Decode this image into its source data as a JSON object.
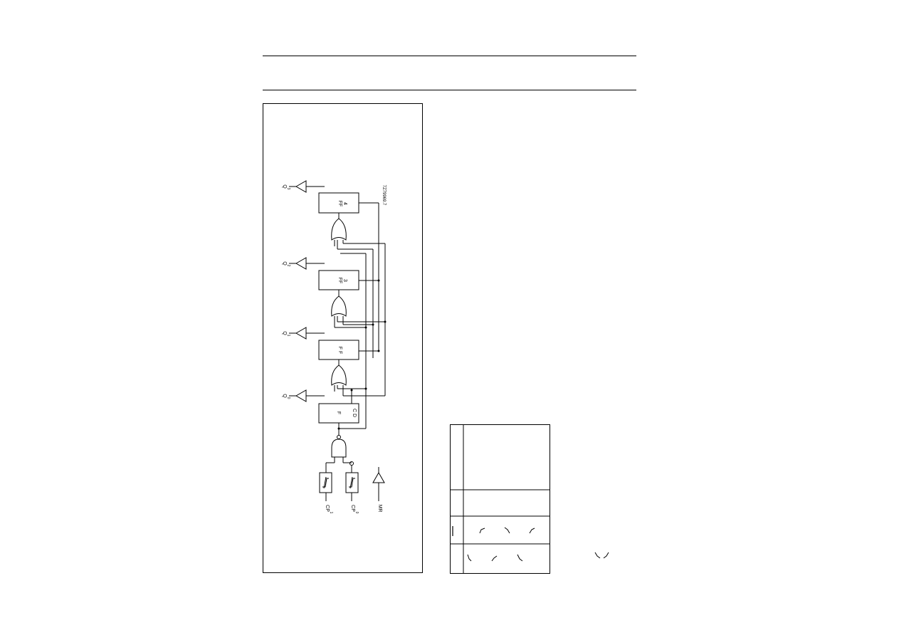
{
  "diagram": {
    "ref_code": "7Z79969.7",
    "ff_labels": [
      {
        "text": "FF",
        "num": "4"
      },
      {
        "text": "FF",
        "num": "3"
      },
      {
        "text": "F F",
        "num": ""
      },
      {
        "text": "F",
        "num": ""
      }
    ],
    "ff1_cd_label": "C D",
    "outputs": [
      "Q",
      "Q",
      "Q",
      "Q"
    ],
    "output_subs": [
      "3",
      "2",
      "1",
      "0"
    ],
    "inputs": [
      "CP",
      "CP",
      "MR"
    ],
    "input_subs": [
      "1",
      "0",
      ""
    ]
  }
}
